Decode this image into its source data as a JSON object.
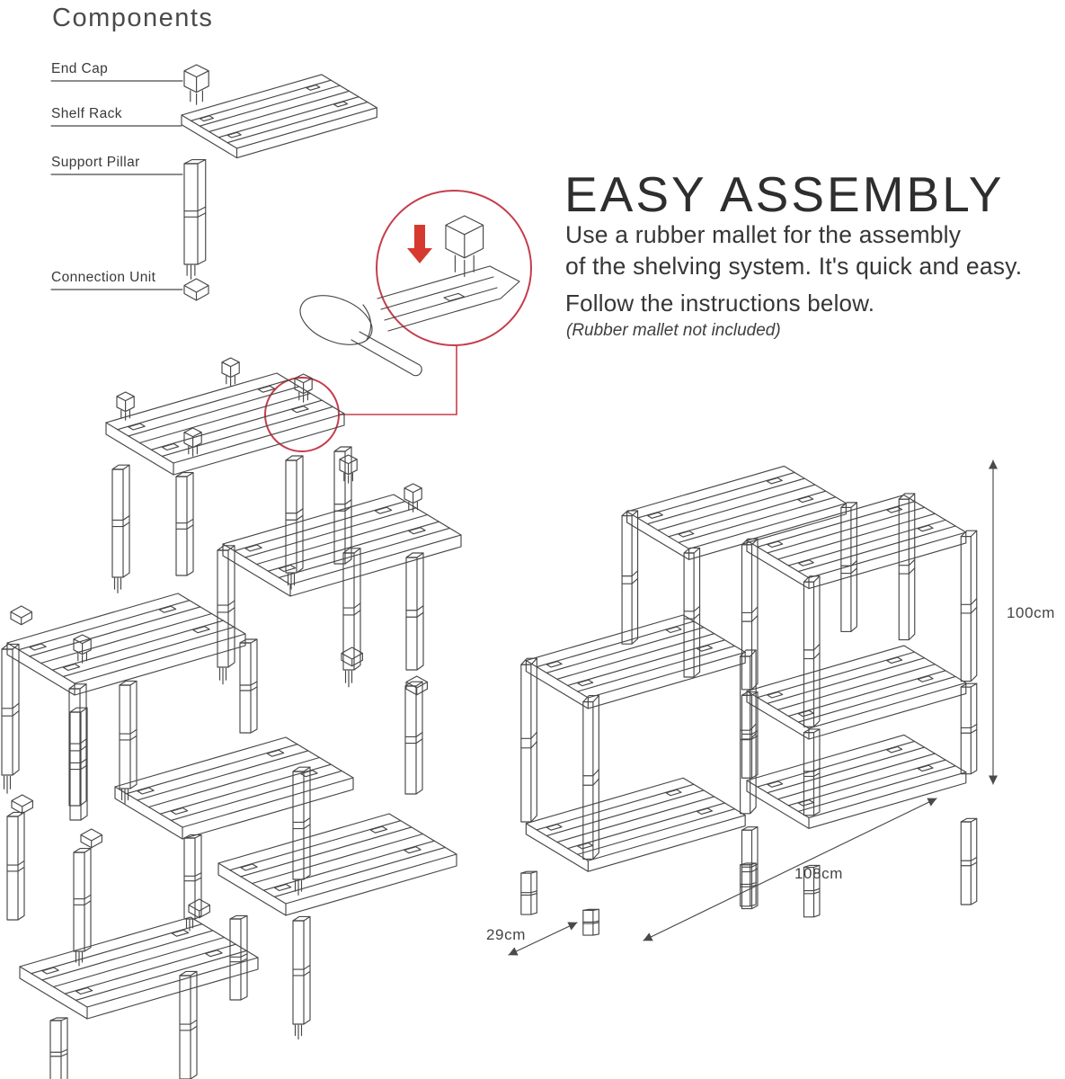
{
  "page": {
    "background": "#ffffff"
  },
  "colors": {
    "accent_red": "#c63d4d",
    "arrow_red": "#d63a2f",
    "line_gray": "#474747"
  },
  "components_panel": {
    "title": "Components",
    "items": [
      {
        "label": "End Cap",
        "icon": "end-cap-icon"
      },
      {
        "label": "Shelf Rack",
        "icon": "shelf-rack-icon"
      },
      {
        "label": "Support Pillar",
        "icon": "support-pillar-icon"
      },
      {
        "label": "Connection Unit",
        "icon": "connection-unit-icon"
      }
    ]
  },
  "instructions": {
    "title": "EASY ASSEMBLY",
    "body_line1": "Use a rubber mallet for the assembly",
    "body_line2": "of the shelving system. It's quick and easy.",
    "follow": "Follow the instructions below.",
    "note": "(Rubber mallet not included)"
  },
  "dimensions": {
    "height_label": "100cm",
    "width_label": "108cm",
    "depth_label": "29cm"
  },
  "icons": {
    "end-cap-icon": "small pronged cap, isometric line drawing",
    "shelf-rack-icon": "slatted shelf panel, isometric line drawing",
    "support-pillar-icon": "square pillar with connector prongs",
    "connection-unit-icon": "small hex connector block",
    "rubber-mallet-icon": "mallet with round head and handle",
    "red-down-arrow-icon": "solid red arrow pointing down",
    "assembly-closeup-circle": "red circle magnifying cap insertion",
    "height-dimension-arrow": "vertical double-headed arrow",
    "width-dimension-arrow": "diagonal double-headed arrow",
    "depth-dimension-arrow": "short diagonal double-headed arrow"
  }
}
